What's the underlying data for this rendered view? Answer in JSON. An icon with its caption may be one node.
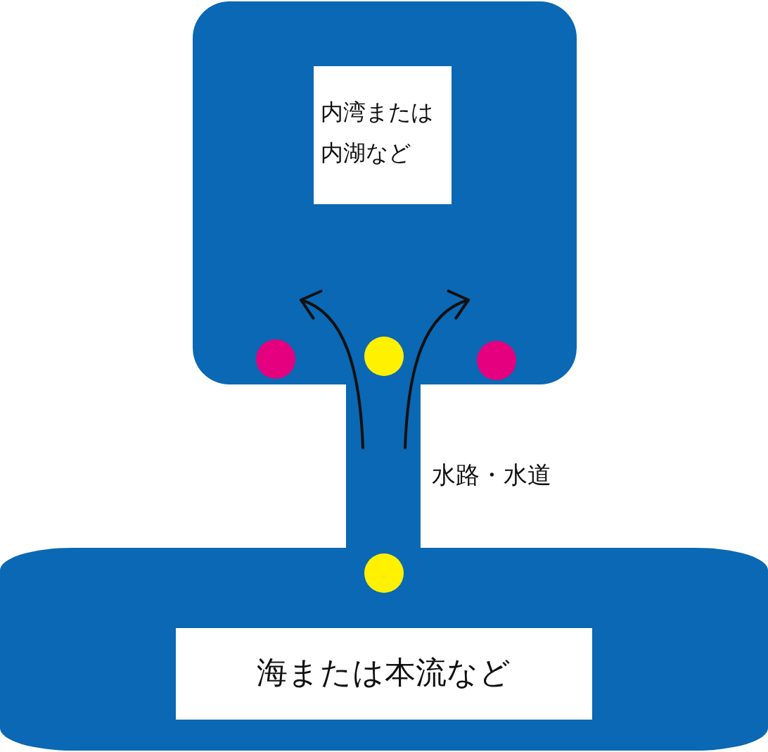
{
  "diagram": {
    "nodes": [
      {
        "text": [
          "内湾または内湖など"
        ]
      },
      {
        "text": [],
        "shape": "box",
        "beside": [
          "水路・水道"
        ]
      },
      {
        "text": [
          "海または本流など"
        ]
      }
    ],
    "edges": [
      {
        "from": 1,
        "to": 0,
        "arrow": "to"
      },
      {
        "from": 1,
        "to": 0,
        "arrow": "to"
      }
    ]
  }
}
